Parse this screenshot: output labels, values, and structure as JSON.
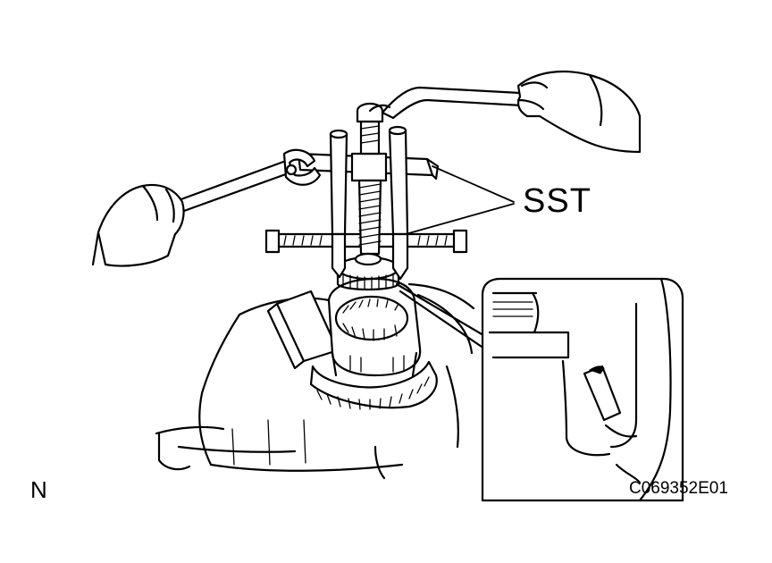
{
  "labels": {
    "sst": "SST",
    "view": "N",
    "figure_code": "C069352E01"
  },
  "colors": {
    "line": "#000000",
    "background": "#ffffff"
  }
}
